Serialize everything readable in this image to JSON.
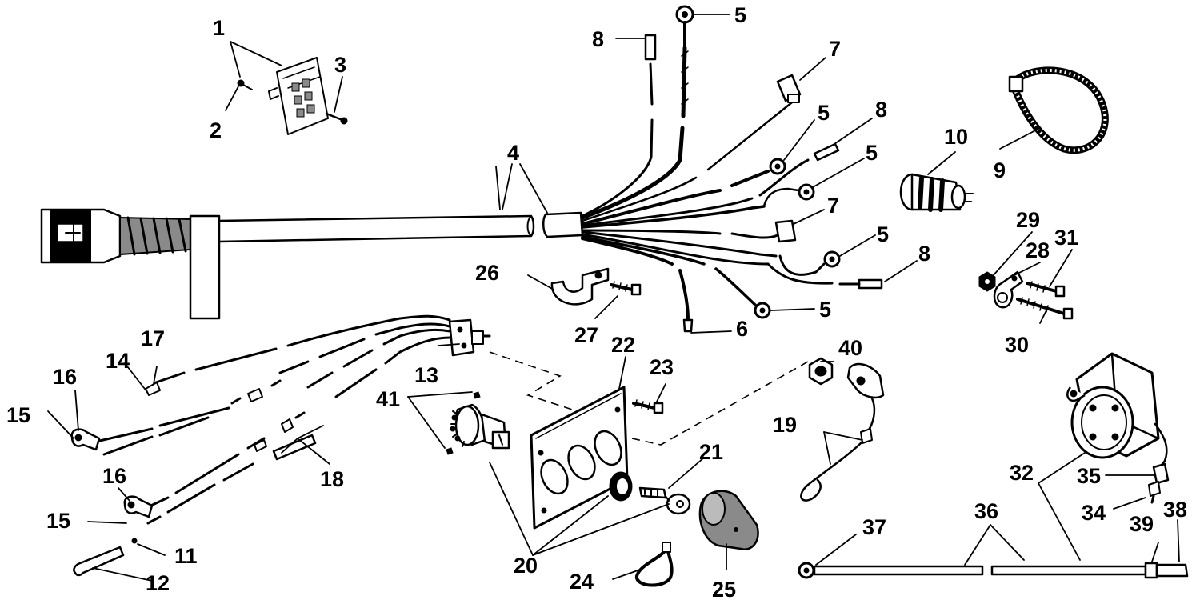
{
  "callouts": [
    {
      "id": "c1",
      "text": "1"
    },
    {
      "id": "c2",
      "text": "2"
    },
    {
      "id": "c3",
      "text": "3"
    },
    {
      "id": "c4",
      "text": "4"
    },
    {
      "id": "c5a",
      "text": "5"
    },
    {
      "id": "c5b",
      "text": "5"
    },
    {
      "id": "c5c",
      "text": "5"
    },
    {
      "id": "c5d",
      "text": "5"
    },
    {
      "id": "c5e",
      "text": "5"
    },
    {
      "id": "c6",
      "text": "6"
    },
    {
      "id": "c7a",
      "text": "7"
    },
    {
      "id": "c7b",
      "text": "7"
    },
    {
      "id": "c8a",
      "text": "8"
    },
    {
      "id": "c8b",
      "text": "8"
    },
    {
      "id": "c8c",
      "text": "8"
    },
    {
      "id": "c9",
      "text": "9"
    },
    {
      "id": "c10",
      "text": "10"
    },
    {
      "id": "c11",
      "text": "11"
    },
    {
      "id": "c12",
      "text": "12"
    },
    {
      "id": "c13",
      "text": "13"
    },
    {
      "id": "c14",
      "text": "14"
    },
    {
      "id": "c15a",
      "text": "15"
    },
    {
      "id": "c15b",
      "text": "15"
    },
    {
      "id": "c16a",
      "text": "16"
    },
    {
      "id": "c16b",
      "text": "16"
    },
    {
      "id": "c17",
      "text": "17"
    },
    {
      "id": "c18",
      "text": "18"
    },
    {
      "id": "c19",
      "text": "19"
    },
    {
      "id": "c20",
      "text": "20"
    },
    {
      "id": "c21",
      "text": "21"
    },
    {
      "id": "c22",
      "text": "22"
    },
    {
      "id": "c23",
      "text": "23"
    },
    {
      "id": "c24",
      "text": "24"
    },
    {
      "id": "c25",
      "text": "25"
    },
    {
      "id": "c26",
      "text": "26"
    },
    {
      "id": "c27",
      "text": "27"
    },
    {
      "id": "c28",
      "text": "28"
    },
    {
      "id": "c29",
      "text": "29"
    },
    {
      "id": "c30",
      "text": "30"
    },
    {
      "id": "c31",
      "text": "31"
    },
    {
      "id": "c32",
      "text": "32"
    },
    {
      "id": "c34",
      "text": "34"
    },
    {
      "id": "c35",
      "text": "35"
    },
    {
      "id": "c36",
      "text": "36"
    },
    {
      "id": "c37",
      "text": "37"
    },
    {
      "id": "c38",
      "text": "38"
    },
    {
      "id": "c39",
      "text": "39"
    },
    {
      "id": "c40",
      "text": "40"
    },
    {
      "id": "c41",
      "text": "41"
    }
  ]
}
